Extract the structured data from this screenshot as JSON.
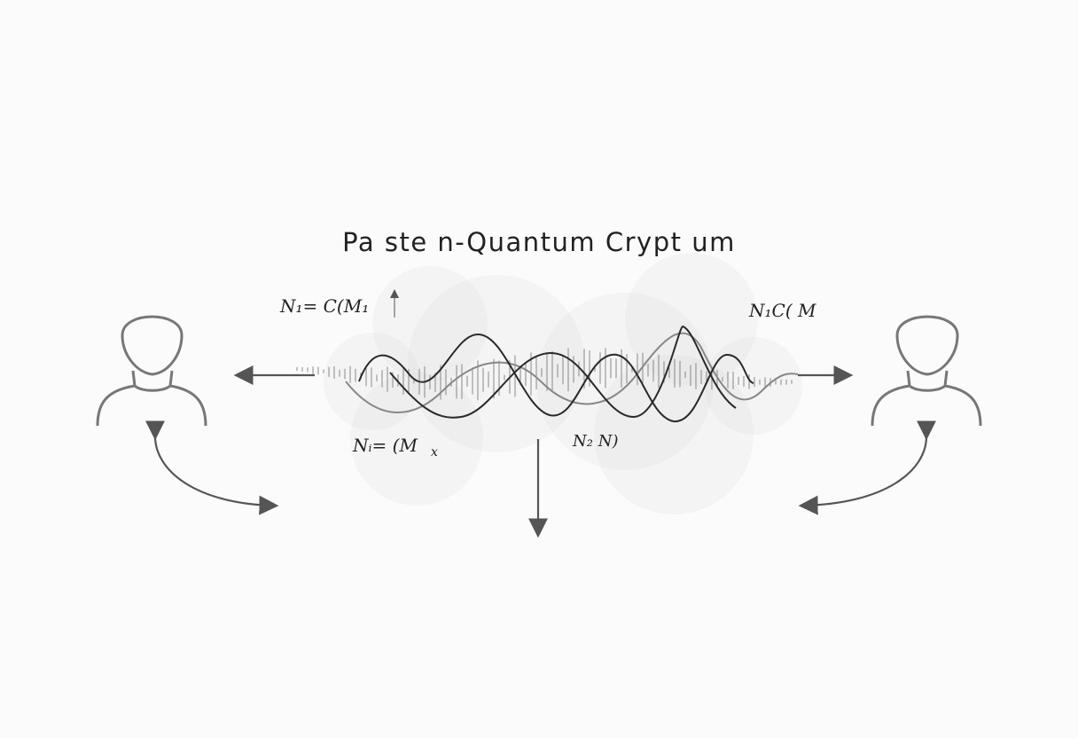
{
  "title": "Pa ste n-Quantum Crypt um",
  "labels": {
    "top_left": "N₁= C(M₁",
    "top_right": "N₁C( M",
    "bottom_left": "Nᵢ= (M",
    "bottom_left_sub": "x",
    "bottom_right": "N₂ N)"
  },
  "colors": {
    "line": "#2a2a2a",
    "arrow": "#555555",
    "person": "#777777",
    "bubble": "#d8d8d8"
  }
}
